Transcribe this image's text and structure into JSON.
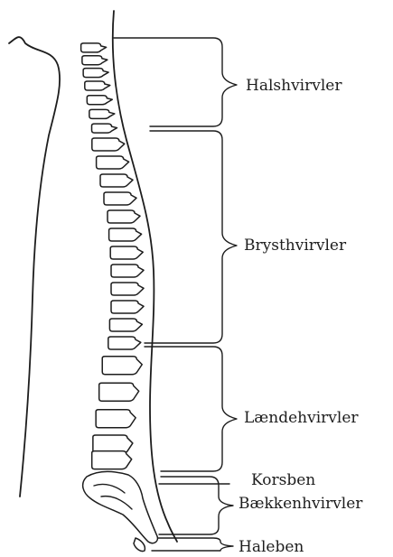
{
  "labels": {
    "cervical": "Halshvirvler",
    "thoracic": "Brysthvirvler",
    "lumbar": "Lændehvirvler",
    "sacrum": "Korsben",
    "pelvic": "Bækkenhvirvler",
    "coccyx": "Haleben"
  },
  "vertebra_counts": {
    "cervical": 7,
    "thoracic": 12,
    "lumbar": 5
  },
  "colors": {
    "ink": "#1d1d1d",
    "paper": "#ffffff"
  }
}
